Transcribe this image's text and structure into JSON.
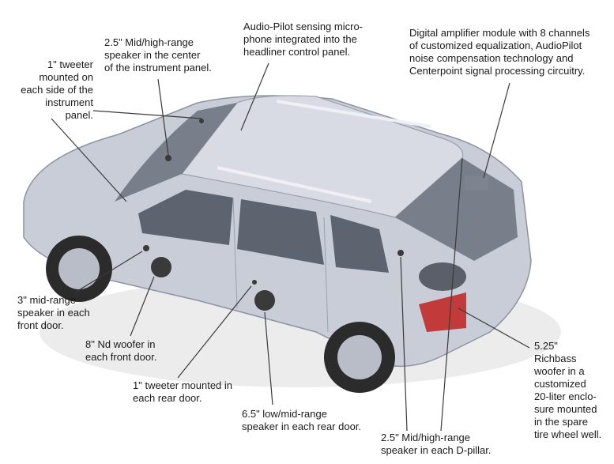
{
  "labels": {
    "tweeter_panel": "1\" tweeter\nmounted on\neach side of the\ninstrument\npanel.",
    "mid_center": "2.5\" Mid/high-range\nspeaker in the center\nof the instrument panel.",
    "mic": "Audio-Pilot sensing micro-\nphone integrated into the\nheadliner control panel.",
    "amp": "Digital amplifier module with 8 channels\nof customized equalization, AudioPilot\nnoise compensation technology and\nCenterpoint signal processing circuitry.",
    "mid_front_door": "3\" mid-range\nspeaker in each\nfront door.",
    "woofer_front_door": "8\" Nd woofer in\neach front door.",
    "tweeter_rear_door": "1\" tweeter mounted in\neach rear door.",
    "low_mid_rear_door": "6.5\" low/mid-range\nspeaker in each rear door.",
    "mid_dpillar": "2.5\" Mid/high-range\nspeaker in each D-pillar.",
    "richbass": "5.25\"\nRichbass\nwoofer in a\ncustomized\n20-liter enclo-\nsure mounted\nin the spare\ntire wheel well."
  },
  "colors": {
    "body": "#c9cdd8",
    "body_dark": "#9aa0ad",
    "glass": "#5d6470",
    "taillight": "#c23a3a",
    "tire": "#2b2b2b",
    "ground_shadow": "#e6e6e6"
  }
}
